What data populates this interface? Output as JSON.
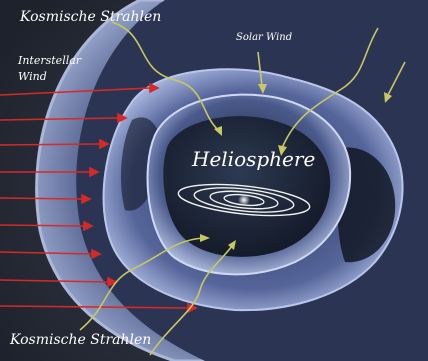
{
  "labels": {
    "cosmic_rays_top": "Kosmische Strahlen",
    "interstellar_wind_line1": "Interstellar",
    "interstellar_wind_line2": "Wind",
    "solar_wind": "Solar Wind",
    "heliosphere": "Heliosphere",
    "cosmic_rays_bottom": "Kosmische Strahlen"
  },
  "colors": {
    "space_background": "#252935",
    "bow_shock": "#8a9ac8",
    "heliosheath": "#4e5e94",
    "termination_shock": "#9aaad2",
    "inner_heliosphere": "#1b2232",
    "interstellar_wind_arrows": "#d42a28",
    "cosmic_ray_tracks": "#c7c861",
    "solar_system_orbits": "#f1f1ef",
    "label_text": "#ffffff"
  }
}
